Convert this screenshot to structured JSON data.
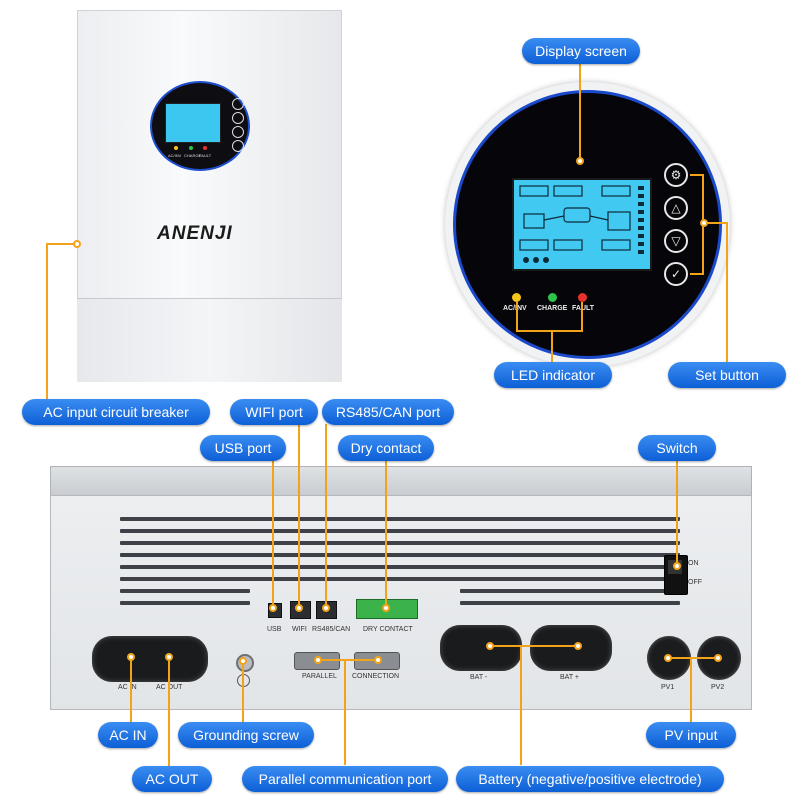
{
  "brand": {
    "logo": "ANENJI"
  },
  "front": {
    "led_labels": [
      "AC/INV",
      "CHARGE",
      "FAULT"
    ]
  },
  "zoom": {
    "led_labels": [
      "AC/INV",
      "CHARGE",
      "FAULT"
    ],
    "led_colors": [
      "#f5c518",
      "#2ec34a",
      "#e8322b"
    ]
  },
  "callouts": {
    "display_screen": "Display screen",
    "led_indicator": "LED indicator",
    "set_button": "Set button",
    "ac_input_breaker": "AC input circuit breaker",
    "wifi_port": "WIFI port",
    "rs485_port": "RS485/CAN port",
    "usb_port": "USB port",
    "dry_contact": "Dry contact",
    "switch": "Switch",
    "ac_in": "AC IN",
    "ac_out": "AC OUT",
    "grounding_screw": "Grounding screw",
    "parallel_port": "Parallel communication port",
    "battery": "Battery (negative/positive electrode)",
    "pv_input": "PV input"
  },
  "panel_labels": {
    "usb": "USB",
    "wifi": "WIFI",
    "rs485": "RS485/CAN",
    "dry_contact": "DRY CONTACT",
    "parallel": "PARALLEL",
    "connection": "CONNECTION",
    "bat_neg": "BAT -",
    "bat_pos": "BAT +",
    "pv1": "PV1",
    "pv2": "PV2",
    "ac_in": "AC IN",
    "ac_out": "AC OUT",
    "on": "ON",
    "off": "OFF"
  },
  "colors": {
    "accent": "#f2a319",
    "pill": "#1565d8"
  }
}
